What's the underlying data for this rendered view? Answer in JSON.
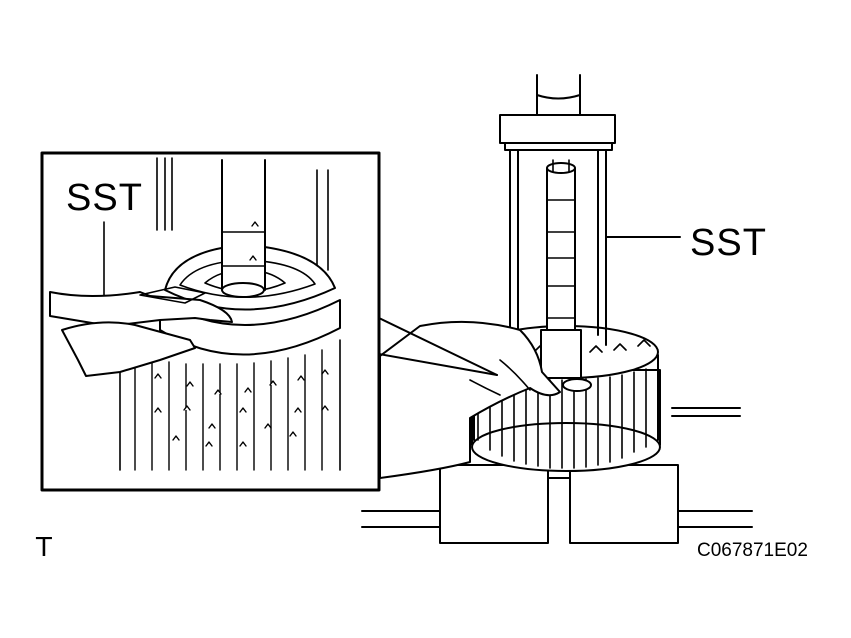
{
  "labels": {
    "sst_inset": "SST",
    "sst_main": "SST",
    "figure_code": "C067871E02",
    "view_mark": "T"
  }
}
